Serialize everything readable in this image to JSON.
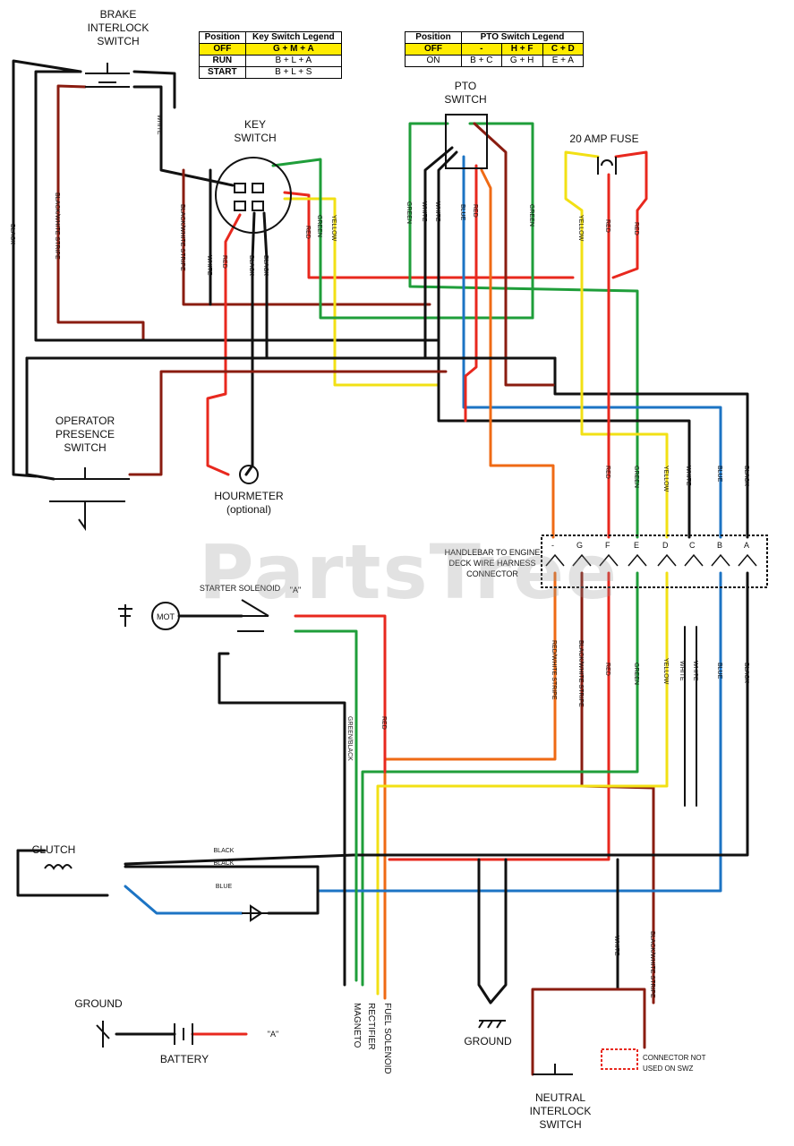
{
  "key_legend": {
    "headers": [
      "Position",
      "Key Switch Legend"
    ],
    "rows": [
      {
        "position": "OFF",
        "value": "G + M + A"
      },
      {
        "position": "RUN",
        "value": "B + L + A"
      },
      {
        "position": "START",
        "value": "B + L + S"
      }
    ]
  },
  "pto_legend": {
    "headers": [
      "Position",
      "PTO Switch Legend"
    ],
    "rows": [
      {
        "position": "OFF",
        "c1": "-",
        "c2": "H + F",
        "c3": "C + D"
      },
      {
        "position": "ON",
        "c1": "B + C",
        "c2": "G + H",
        "c3": "E + A"
      }
    ]
  },
  "labels": {
    "brake_switch": [
      "BRAKE",
      "INTERLOCK",
      "SWITCH"
    ],
    "key_switch": [
      "KEY",
      "SWITCH"
    ],
    "pto_switch": [
      "PTO",
      "SWITCH"
    ],
    "fuse": "20 AMP FUSE",
    "operator_switch": [
      "OPERATOR",
      "PRESENCE",
      "SWITCH"
    ],
    "hourmeter": [
      "HOURMETER",
      "(optional)"
    ],
    "harness": [
      "HANDLEBAR TO ENGINE",
      "DECK WIRE HARNESS",
      "CONNECTOR"
    ],
    "starter": "STARTER SOLENOID",
    "mot": "MOT",
    "clutch": "CLUTCH",
    "ground_left": "GROUND",
    "battery": "BATTERY",
    "a_ref": "\"A\"",
    "ground_mid": "GROUND",
    "magneto": "MAGNETO",
    "rectifier": "RECTIFIER",
    "fuel_solenoid": "FUEL SOLENOID",
    "neutral_switch": [
      "NEUTRAL",
      "INTERLOCK",
      "SWITCH"
    ],
    "connector_note": [
      "CONNECTOR NOT",
      "USED ON SWZ"
    ],
    "watermark": "PartsTree"
  },
  "connector_pins": [
    "-",
    "G",
    "F",
    "E",
    "D",
    "C",
    "B",
    "A"
  ],
  "wire_labels": {
    "white": "WHITE",
    "black": "BLACK",
    "black_white": "BLACK/WHITE STRIPE",
    "red": "RED",
    "green": "GREEN",
    "yellow": "YELLOW",
    "blue": "BLUE",
    "red_white": "RED/WHITE STRIPE",
    "green_black": "GREEN/BLACK"
  },
  "colors": {
    "black": "#111111",
    "red": "#e8281e",
    "green": "#1f9e3a",
    "yellow": "#f2e014",
    "blue": "#1c74c4",
    "orange": "#ef6a14",
    "dark_red": "#8a1c10",
    "legend_highlight": "#ffec00"
  }
}
